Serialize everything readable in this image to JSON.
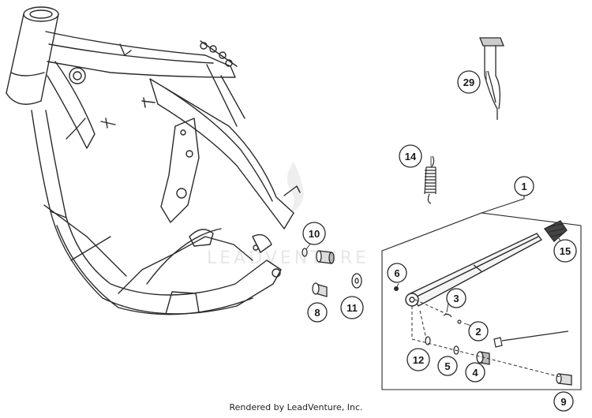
{
  "watermark": "LEADVENTURE",
  "footer": "Rendered by LeadVenture, Inc.",
  "callouts": {
    "c1": "1",
    "c2": "2",
    "c3": "3",
    "c4": "4",
    "c5": "5",
    "c6": "6",
    "c8": "8",
    "c9": "9",
    "c10": "10",
    "c11": "11",
    "c12": "12",
    "c14": "14",
    "c15": "15",
    "c29": "29"
  }
}
